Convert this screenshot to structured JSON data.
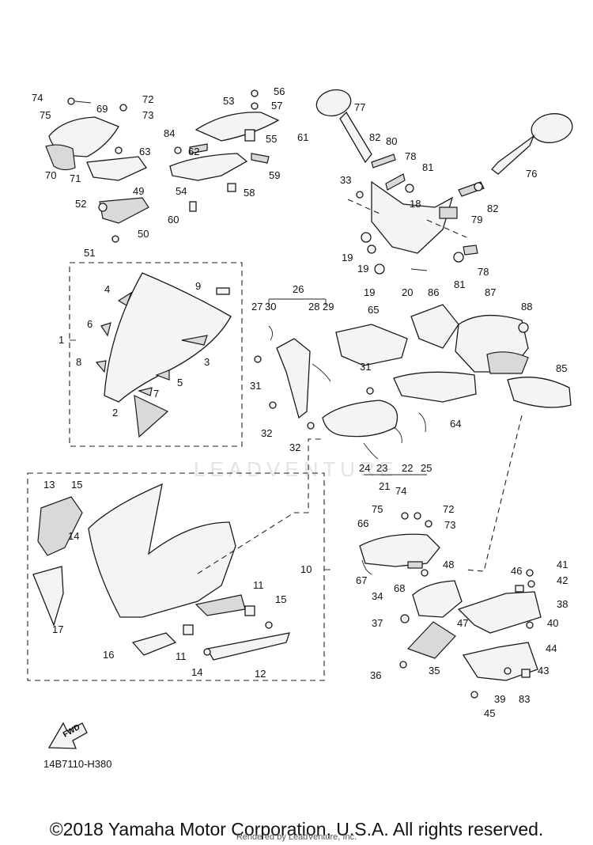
{
  "diagram": {
    "code": "14B7110-H380",
    "fwd": "FWD",
    "watermark": "LEADVENTURE",
    "copyright": "©2018 Yamaha Motor Corporation, U.S.A. All rights reserved.",
    "rendered_by": "Rendered by LeadVenture, Inc."
  },
  "labels": [
    "74",
    "72",
    "75",
    "73",
    "69",
    "63",
    "70",
    "71",
    "49",
    "52",
    "50",
    "51",
    "53",
    "56",
    "57",
    "84",
    "55",
    "61",
    "62",
    "59",
    "54",
    "58",
    "60",
    "77",
    "82",
    "80",
    "78",
    "81",
    "76",
    "33",
    "18",
    "79",
    "82b",
    "19",
    "19b",
    "19c",
    "20",
    "81b",
    "78b",
    "26",
    "27",
    "30",
    "28",
    "29",
    "9",
    "4",
    "6",
    "8",
    "1",
    "3",
    "5",
    "7",
    "2",
    "31",
    "32",
    "32b",
    "65",
    "86",
    "87",
    "88",
    "85",
    "31b",
    "64",
    "24",
    "23",
    "22",
    "25",
    "21",
    "13",
    "15",
    "14",
    "17",
    "10",
    "11",
    "15b",
    "11b",
    "16",
    "14b",
    "12",
    "74b",
    "72b",
    "75b",
    "73b",
    "66",
    "67",
    "48",
    "68",
    "34",
    "47",
    "37",
    "35",
    "36",
    "46",
    "41",
    "42",
    "38",
    "40",
    "44",
    "43",
    "83",
    "39",
    "45"
  ]
}
